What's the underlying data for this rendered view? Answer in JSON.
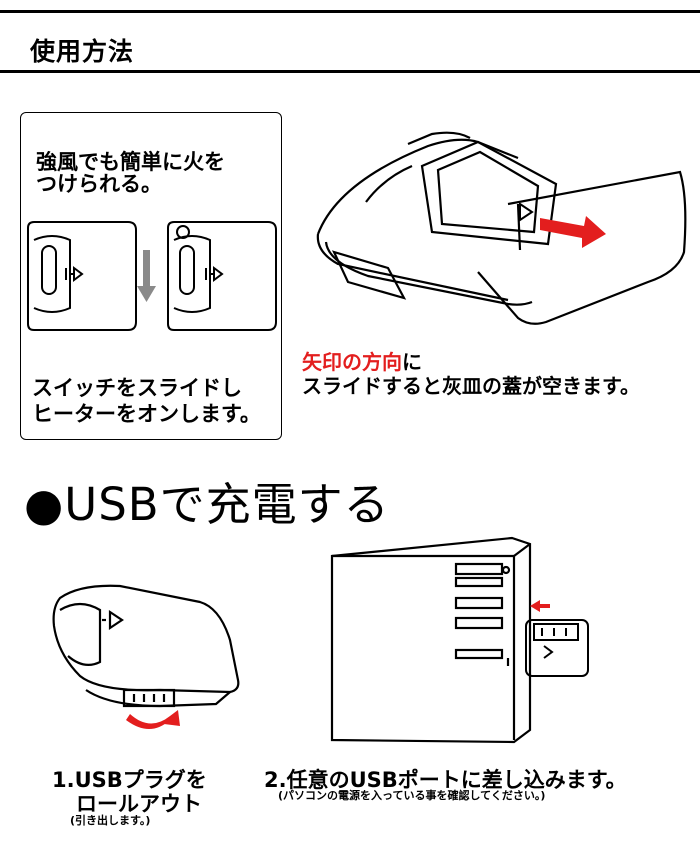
{
  "section": {
    "title": "使用方法"
  },
  "panel": {
    "heading_line1": "強風でも簡単に火を",
    "heading_line2": "つけられる。",
    "caption_line1": "スイッチをスライドし",
    "caption_line2": "ヒーターをオンします。"
  },
  "ashtray": {
    "caption_red": "矢印の方向",
    "caption_red_suffix": "に",
    "caption_line2": "スライドすると灰皿の蓋が空きます。"
  },
  "usb": {
    "title": "●USBで充電する",
    "step1_line1": "1.USBプラグを",
    "step1_line2": "ロールアウト",
    "step1_note": "(引き出します。)",
    "step2_line1": "2.任意のUSBポートに差し込みます。",
    "step2_note": "(パソコンの電源を入っている事を確認してください。)"
  },
  "colors": {
    "accent_red": "#e31e1e",
    "arrow_gray": "#8a8a8a",
    "line": "#000000"
  }
}
